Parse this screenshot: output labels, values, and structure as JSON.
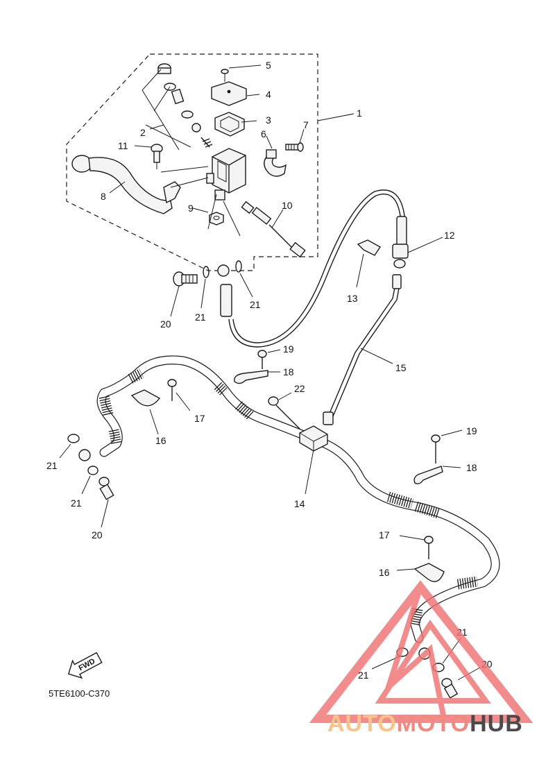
{
  "diagram": {
    "callouts": [
      {
        "id": "c1",
        "text": "1"
      },
      {
        "id": "c2",
        "text": "2"
      },
      {
        "id": "c3",
        "text": "3"
      },
      {
        "id": "c4",
        "text": "4"
      },
      {
        "id": "c5",
        "text": "5"
      },
      {
        "id": "c6",
        "text": "6"
      },
      {
        "id": "c7",
        "text": "7"
      },
      {
        "id": "c8",
        "text": "8"
      },
      {
        "id": "c9",
        "text": "9"
      },
      {
        "id": "c10",
        "text": "10"
      },
      {
        "id": "c11",
        "text": "11"
      },
      {
        "id": "c12",
        "text": "12"
      },
      {
        "id": "c13",
        "text": "13"
      },
      {
        "id": "c14",
        "text": "14"
      },
      {
        "id": "c15",
        "text": "15"
      },
      {
        "id": "c16a",
        "text": "16"
      },
      {
        "id": "c16b",
        "text": "16"
      },
      {
        "id": "c17a",
        "text": "17"
      },
      {
        "id": "c17b",
        "text": "17"
      },
      {
        "id": "c18a",
        "text": "18"
      },
      {
        "id": "c18b",
        "text": "18"
      },
      {
        "id": "c19a",
        "text": "19"
      },
      {
        "id": "c19b",
        "text": "19"
      },
      {
        "id": "c20a",
        "text": "20"
      },
      {
        "id": "c20b",
        "text": "20"
      },
      {
        "id": "c20c",
        "text": "20"
      },
      {
        "id": "c21a",
        "text": "21"
      },
      {
        "id": "c21b",
        "text": "21"
      },
      {
        "id": "c21c",
        "text": "21"
      },
      {
        "id": "c21d",
        "text": "21"
      },
      {
        "id": "c21e",
        "text": "21"
      },
      {
        "id": "c21f",
        "text": "21"
      },
      {
        "id": "c22",
        "text": "22"
      }
    ],
    "direction_badge": "FWD",
    "diagram_code": "5TE6100-C370"
  },
  "watermark": {
    "word_part1": "AUTO",
    "word_part2": "MOTO",
    "word_part3": "HUB",
    "color_part1": "#f5c58a",
    "color_part2": "#f08a80",
    "color_part3": "#4a4a4a",
    "triangle_color": "#f07070"
  }
}
